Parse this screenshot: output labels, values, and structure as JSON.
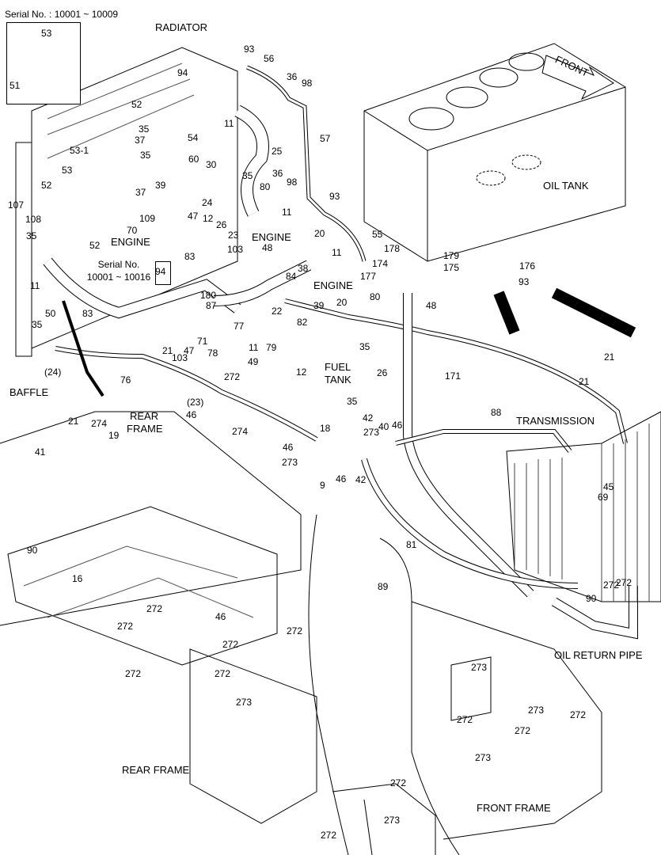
{
  "serial_top": "Serial No. : 10001 ~ 10009",
  "serial_box": [
    "Serial No.",
    "10001 ~ 10016"
  ],
  "area_labels": {
    "radiator": "RADIATOR",
    "front": "FRONT",
    "oil_tank": "OIL TANK",
    "engine": "ENGINE",
    "baffle": "BAFFLE",
    "rear_frame": "REAR",
    "rear_frame2": "FRAME",
    "transmission": "TRANSMISSION",
    "fuel": "FUEL",
    "tank": "TANK",
    "oil_return_pipe": "OIL RETURN PIPE",
    "rear_frame_bottom": "REAR FRAME",
    "front_frame": "FRONT FRAME"
  },
  "parts": [
    "53",
    "51",
    "93",
    "56",
    "36",
    "98",
    "94",
    "52",
    "11",
    "57",
    "35",
    "37",
    "54",
    "25",
    "53-1",
    "53",
    "35",
    "60",
    "30",
    "52",
    "39",
    "37",
    "36",
    "98",
    "35",
    "80",
    "93",
    "107",
    "24",
    "47",
    "12",
    "26",
    "11",
    "108",
    "109",
    "23",
    "20",
    "55",
    "35",
    "70",
    "52",
    "103",
    "48",
    "11",
    "178",
    "179",
    "94",
    "83",
    "174",
    "175",
    "176",
    "11",
    "38",
    "84",
    "80",
    "177",
    "93",
    "180",
    "87",
    "50",
    "39",
    "20",
    "83",
    "22",
    "35",
    "47",
    "71",
    "78",
    "77",
    "11",
    "79",
    "82",
    "35",
    "21",
    "103",
    "49",
    "12",
    "(24)",
    "76",
    "26",
    "48",
    "171",
    "21",
    "21",
    "272",
    "(23)",
    "35",
    "21",
    "42",
    "274",
    "46",
    "274",
    "88",
    "19",
    "18",
    "273",
    "40",
    "46",
    "41",
    "46",
    "273",
    "46",
    "42",
    "9",
    "45",
    "69",
    "81",
    "90",
    "16",
    "272",
    "272",
    "272",
    "89",
    "90",
    "272",
    "46",
    "272",
    "272",
    "272",
    "272",
    "273",
    "273",
    "272",
    "272",
    "273",
    "272",
    "273",
    "272",
    "272",
    "273"
  ]
}
